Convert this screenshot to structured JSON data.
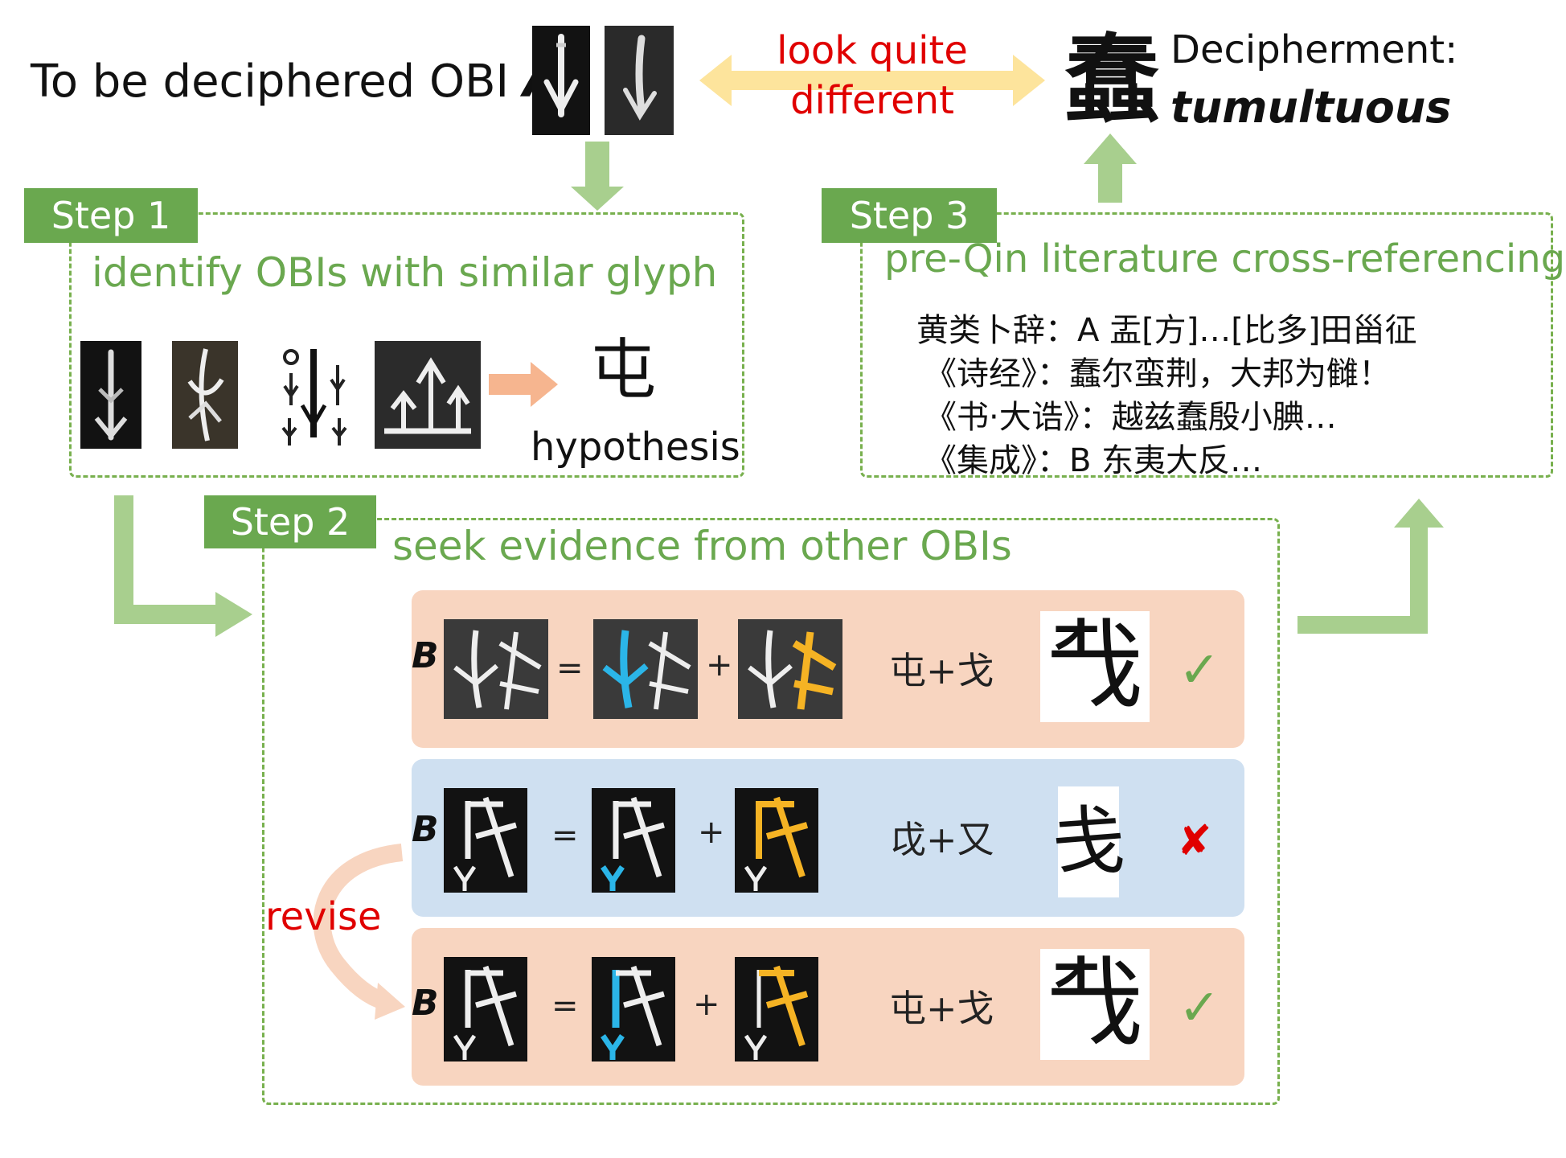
{
  "header": {
    "title_prefix": "To be deciphered OBI",
    "title_letter": "A",
    "comparison_line1": "look quite",
    "comparison_line2": "different",
    "answer_char": "蠢",
    "decipherment_label": "Decipherment:",
    "decipherment_word": "tumultuous"
  },
  "step1": {
    "tag": "Step 1",
    "heading": "identify OBIs with similar glyph",
    "hypothesis_char": "屯",
    "hypothesis_label": "hypothesis"
  },
  "step2": {
    "tag": "Step 2",
    "heading": "seek evidence from other OBIs",
    "revise_label": "revise",
    "rows": [
      {
        "label": "B",
        "eq": "=",
        "plus": "+",
        "formula": "屯+戈",
        "result": "𢦔",
        "mark": "✓"
      },
      {
        "label": "B",
        "eq": "=",
        "plus": "+",
        "formula": "戉+又",
        "result": "戋",
        "mark": "✘"
      },
      {
        "label": "B",
        "eq": "=",
        "plus": "+",
        "formula": "屯+戈",
        "result": "𢦔",
        "mark": "✓"
      }
    ]
  },
  "step3": {
    "tag": "Step 3",
    "heading": "pre-Qin literature cross-referencing",
    "lines": [
      "黄类卜辞：A 盂[方]…[比多]田甾征",
      "《诗经》：蠢尔蛮荆，大邦为雠！",
      "《书·大诰》：越兹蠢殷小腆…",
      "《集成》：B 东夷大反…"
    ]
  },
  "colors": {
    "green": "#6aa84f",
    "arrow_green": "#a8cf8e",
    "arrow_yellow": "#fde49c",
    "arrow_salmon": "#f6b58f",
    "pink_row": "#f8d5c0",
    "blue_row": "#cfe0f1",
    "red": "#e00000",
    "cyan_highlight": "#2bb5e8",
    "orange_highlight": "#f5b324"
  }
}
